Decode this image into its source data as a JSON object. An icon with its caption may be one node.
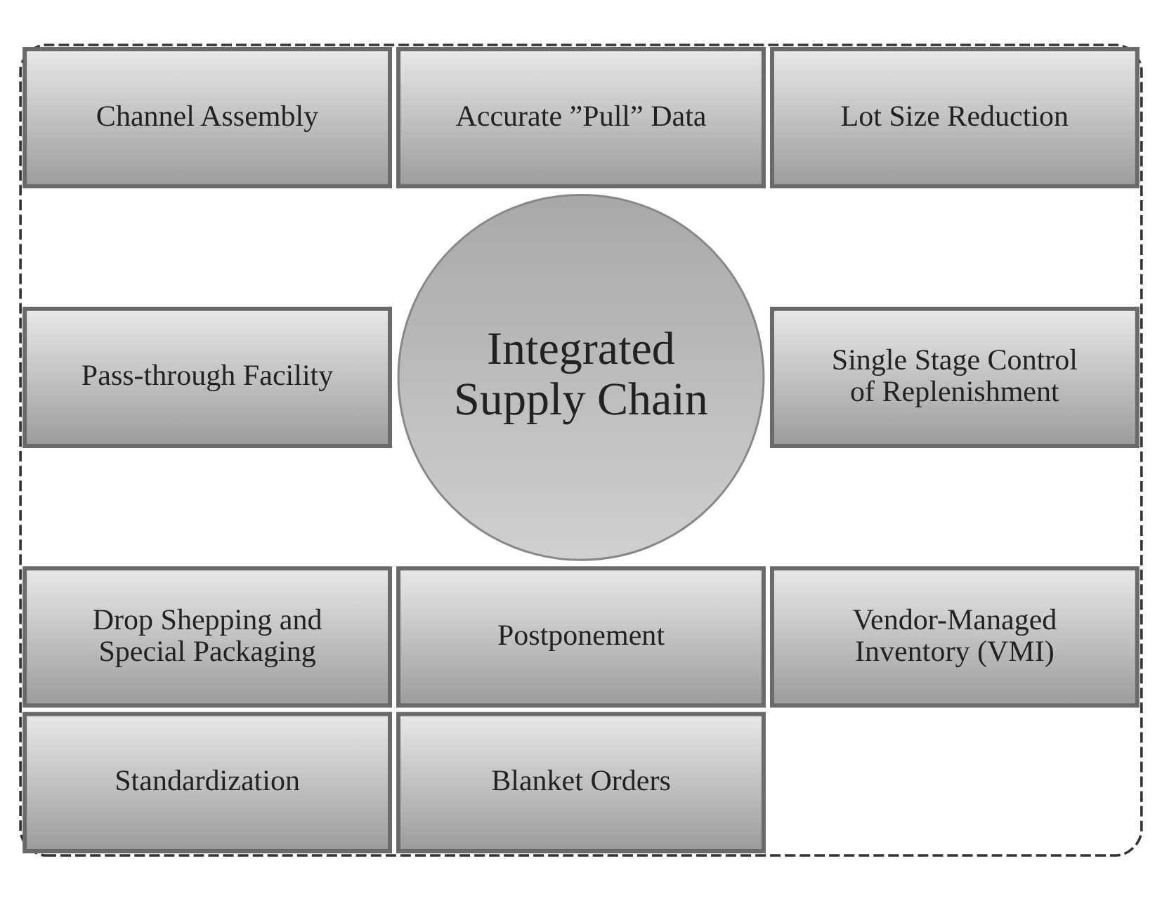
{
  "diagram": {
    "nodes": [
      {
        "text": [],
        "shape": "ellipse"
      },
      {
        "text": [
          "Accurate ”Pull” Data"
        ],
        "in": 0
      },
      {
        "text": [
          "Lot Size Reduction"
        ],
        "in": 0
      },
      {
        "text": [
          "Channel Assembly"
        ],
        "in": 0
      },
      {
        "text": [
          "Single Stage Control of Replenishment"
        ],
        "in": 0
      },
      {
        "text": [
          "Pass-through Facility"
        ],
        "in": 0
      },
      {
        "text": [
          "Integrated Supply Chain"
        ],
        "in": 0
      },
      {
        "text": [
          "Vendor-Managed Inventory (VMI)"
        ],
        "in": 0
      },
      {
        "text": [
          "Drop Shepping and Special Packaging"
        ],
        "in": 0
      },
      {
        "text": [
          "Blanket Orders"
        ],
        "in": 0
      },
      {
        "text": [
          "Postponement"
        ],
        "in": 0
      },
      {
        "text": [
          "Standardization"
        ],
        "in": 0
      }
    ],
    "edges": []
  }
}
